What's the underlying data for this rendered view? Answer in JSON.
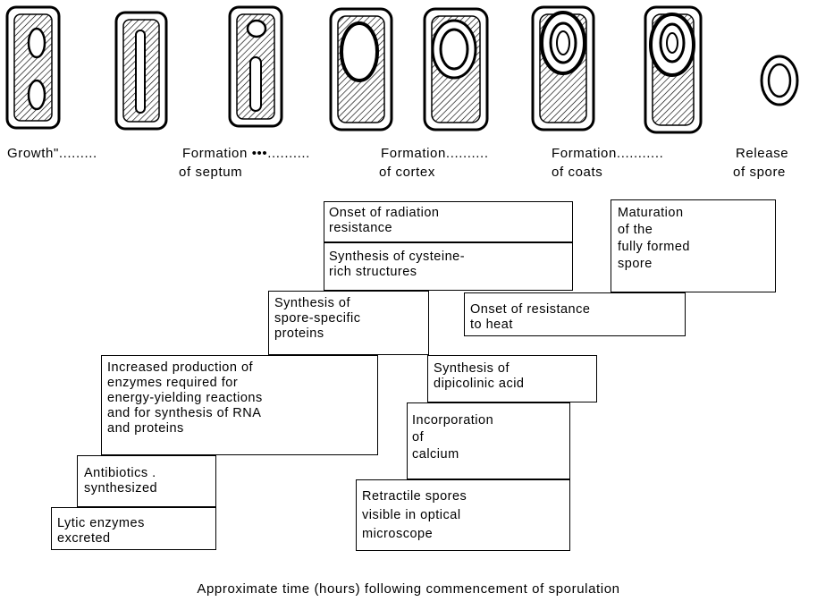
{
  "stages": {
    "s1": "Growth\".........",
    "s2a": "Formation •••..........",
    "s2b": "of septum",
    "s3a": "Formation..........",
    "s3b": "of cortex",
    "s4a": "Formation...........",
    "s4b": "of coats",
    "s5a": "Release",
    "s5b": "of spore"
  },
  "events": {
    "radiation": "Onset of radiation\nresistance",
    "cysteine": "Synthesis of cysteine-\nrich structures",
    "maturation": "Maturation\nof the\nfully formed\nspore",
    "spore_proteins": "Synthesis of\nspore-specific\nproteins",
    "heat": "Onset of resistance\nto heat",
    "enzymes": "Increased production of\nenzymes required for\nenergy-yielding reactions\nand for synthesis of RNA\nand proteins",
    "dipicolinic": "Synthesis of\ndipicolinic acid",
    "calcium": "Incorporation\nof\ncalcium",
    "antibiotics": "Antibiotics .\nsynthesized",
    "lytic": "Lytic enzymes\nexcreted",
    "refractile": "Retractile spores\nvisible in optical\nmicroscope"
  },
  "caption": "Approximate time (hours) following commencement of sporulation"
}
